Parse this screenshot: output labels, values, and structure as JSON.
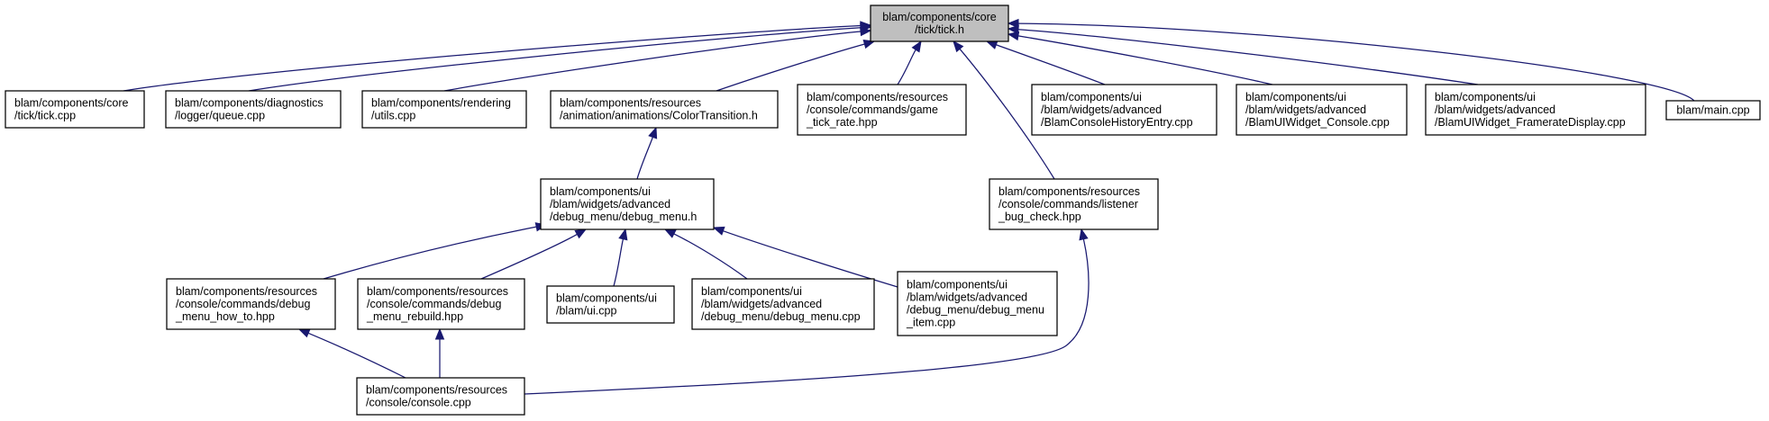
{
  "root": "tick_h",
  "nodes": [
    {
      "id": "tick_h",
      "lines": [
        "blam/components/core",
        "/tick/tick.h"
      ]
    },
    {
      "id": "tick_cpp",
      "lines": [
        "blam/components/core",
        "/tick/tick.cpp"
      ]
    },
    {
      "id": "queue_cpp",
      "lines": [
        "blam/components/diagnostics",
        "/logger/queue.cpp"
      ]
    },
    {
      "id": "utils_cpp",
      "lines": [
        "blam/components/rendering",
        "/utils.cpp"
      ]
    },
    {
      "id": "color_transition_h",
      "lines": [
        "blam/components/resources",
        "/animation/animations/ColorTransition.h"
      ]
    },
    {
      "id": "game_tick_rate_hpp",
      "lines": [
        "blam/components/resources",
        "/console/commands/game",
        "_tick_rate.hpp"
      ]
    },
    {
      "id": "history_entry_cpp",
      "lines": [
        "blam/components/ui",
        "/blam/widgets/advanced",
        "/BlamConsoleHistoryEntry.cpp"
      ]
    },
    {
      "id": "widget_console_cpp",
      "lines": [
        "blam/components/ui",
        "/blam/widgets/advanced",
        "/BlamUIWidget_Console.cpp"
      ]
    },
    {
      "id": "framerate_display_cpp",
      "lines": [
        "blam/components/ui",
        "/blam/widgets/advanced",
        "/BlamUIWidget_FramerateDisplay.cpp"
      ]
    },
    {
      "id": "main_cpp",
      "lines": [
        "blam/main.cpp"
      ]
    },
    {
      "id": "debug_menu_h",
      "lines": [
        "blam/components/ui",
        "/blam/widgets/advanced",
        "/debug_menu/debug_menu.h"
      ]
    },
    {
      "id": "listener_bug_check_hpp",
      "lines": [
        "blam/components/resources",
        "/console/commands/listener",
        "_bug_check.hpp"
      ]
    },
    {
      "id": "debug_menu_how_to_hpp",
      "lines": [
        "blam/components/resources",
        "/console/commands/debug",
        "_menu_how_to.hpp"
      ]
    },
    {
      "id": "debug_menu_rebuild_hpp",
      "lines": [
        "blam/components/resources",
        "/console/commands/debug",
        "_menu_rebuild.hpp"
      ]
    },
    {
      "id": "ui_cpp",
      "lines": [
        "blam/components/ui",
        "/blam/ui.cpp"
      ]
    },
    {
      "id": "debug_menu_cpp",
      "lines": [
        "blam/components/ui",
        "/blam/widgets/advanced",
        "/debug_menu/debug_menu.cpp"
      ]
    },
    {
      "id": "debug_menu_item_cpp",
      "lines": [
        "blam/components/ui",
        "/blam/widgets/advanced",
        "/debug_menu/debug_menu",
        "_item.cpp"
      ]
    },
    {
      "id": "console_cpp",
      "lines": [
        "blam/components/resources",
        "/console/console.cpp"
      ]
    }
  ],
  "edges": [
    {
      "from": "tick_cpp",
      "to": "tick_h"
    },
    {
      "from": "queue_cpp",
      "to": "tick_h"
    },
    {
      "from": "utils_cpp",
      "to": "tick_h"
    },
    {
      "from": "color_transition_h",
      "to": "tick_h"
    },
    {
      "from": "game_tick_rate_hpp",
      "to": "tick_h"
    },
    {
      "from": "listener_bug_check_hpp",
      "to": "tick_h"
    },
    {
      "from": "history_entry_cpp",
      "to": "tick_h"
    },
    {
      "from": "widget_console_cpp",
      "to": "tick_h"
    },
    {
      "from": "framerate_display_cpp",
      "to": "tick_h"
    },
    {
      "from": "main_cpp",
      "to": "tick_h"
    },
    {
      "from": "debug_menu_h",
      "to": "color_transition_h"
    },
    {
      "from": "debug_menu_how_to_hpp",
      "to": "debug_menu_h"
    },
    {
      "from": "debug_menu_rebuild_hpp",
      "to": "debug_menu_h"
    },
    {
      "from": "ui_cpp",
      "to": "debug_menu_h"
    },
    {
      "from": "debug_menu_cpp",
      "to": "debug_menu_h"
    },
    {
      "from": "debug_menu_item_cpp",
      "to": "debug_menu_h"
    },
    {
      "from": "console_cpp",
      "to": "debug_menu_how_to_hpp"
    },
    {
      "from": "console_cpp",
      "to": "debug_menu_rebuild_hpp"
    },
    {
      "from": "console_cpp",
      "to": "listener_bug_check_hpp"
    }
  ]
}
